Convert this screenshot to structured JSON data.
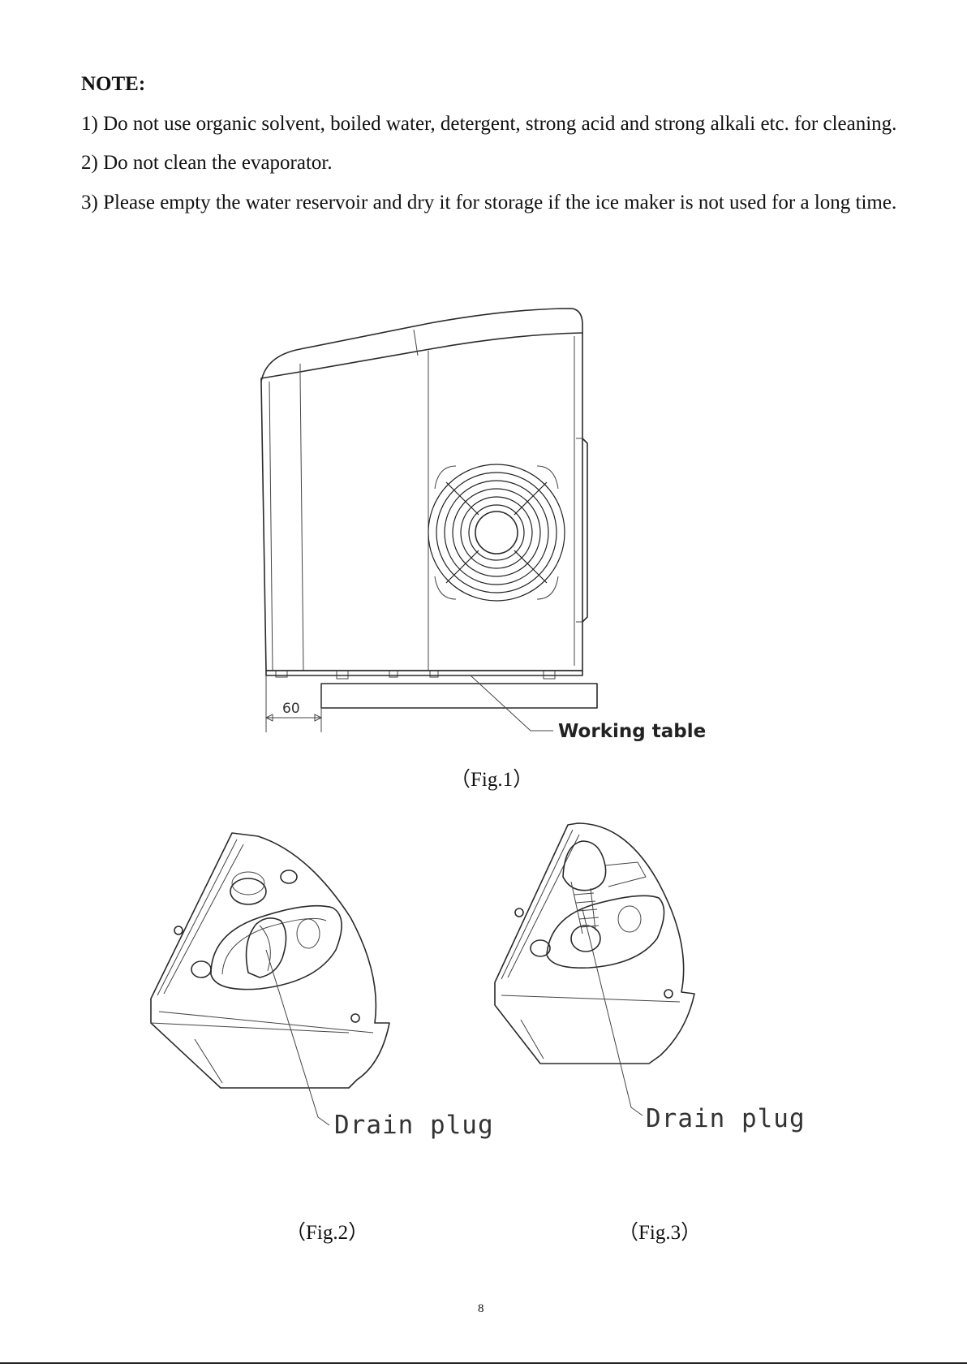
{
  "note": {
    "title": "NOTE:",
    "items": [
      "1)  Do not use organic solvent, boiled water, detergent, strong acid and strong alkali etc. for cleaning.",
      "2)  Do not clean the evaporator.",
      "3)  Please empty the water reservoir and dry it for storage if the ice maker is not used for a long time."
    ]
  },
  "figures": {
    "fig1": {
      "dimension": "60",
      "callout": "Working table",
      "caption": "（Fig.1）"
    },
    "fig2": {
      "callout": "Drain plug",
      "caption": "（Fig.2）"
    },
    "fig3": {
      "callout": "Drain plug",
      "caption": "（Fig.3）"
    }
  },
  "page_number": "8"
}
